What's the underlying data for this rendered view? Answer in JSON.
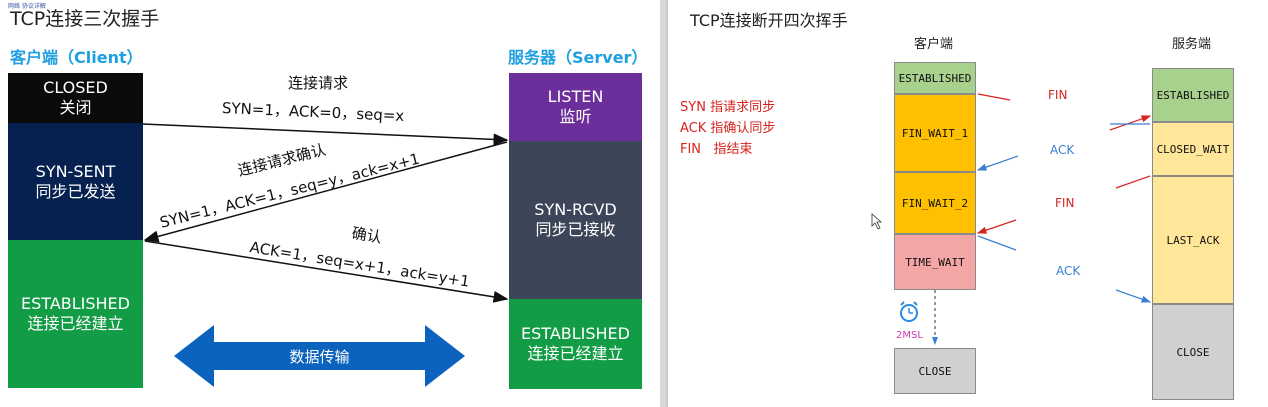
{
  "connect": {
    "header_tiny": "网络 协议详解",
    "title": "TCP连接三次握手",
    "client_label": "客户端（Client）",
    "server_label": "服务器（Server）",
    "client_states": [
      {
        "line1": "CLOSED",
        "line2": "关闭"
      },
      {
        "line1": "SYN-SENT",
        "line2": "同步已发送"
      },
      {
        "line1": "ESTABLISHED",
        "line2": "连接已经建立"
      }
    ],
    "server_states": [
      {
        "line1": "LISTEN",
        "line2": "监听"
      },
      {
        "line1": "SYN-RCVD",
        "line2": "同步已接收"
      },
      {
        "line1": "ESTABLISHED",
        "line2": "连接已经建立"
      }
    ],
    "messages": [
      {
        "title": "连接请求",
        "detail": "SYN=1，ACK=0，seq=x"
      },
      {
        "title": "连接请求确认",
        "detail": "SYN=1，ACK=1，seq=y，ack=x+1"
      },
      {
        "title": "确认",
        "detail": "ACK=1，seq=x+1，ack=y+1"
      }
    ],
    "data_transfer": "数据传输",
    "colors": {
      "black": "#0b0b0b",
      "navy": "#06214f",
      "green": "#139c46",
      "purple": "#6b2e9a",
      "slate": "#3c4658",
      "blue": "#0b63bd",
      "accent": "#1ea0e0"
    }
  },
  "disconnect": {
    "title": "TCP连接断开四次挥手",
    "client_label": "客户端",
    "server_label": "服务端",
    "legend": [
      {
        "key": "SYN",
        "text": "指请求同步"
      },
      {
        "key": "ACK",
        "text": "指确认同步"
      },
      {
        "key": "FIN",
        "text": "指结束"
      }
    ],
    "client_states": [
      "ESTABLISHED",
      "FIN_WAIT_1",
      "FIN_WAIT_2",
      "TIME_WAIT",
      "CLOSE"
    ],
    "server_states": [
      "ESTABLISHED",
      "CLOSED_WAIT",
      "LAST_ACK",
      "CLOSE"
    ],
    "flags": [
      "FIN",
      "ACK",
      "FIN",
      "ACK"
    ],
    "timer_label": "2MSL",
    "timer_icon": "alarm-clock-icon",
    "colors": {
      "green": "#a9d18e",
      "orange": "#ffc000",
      "light_yellow": "#ffe699",
      "pink": "#f4a6a6",
      "gray": "#d0d0d0",
      "red": "#d6241f",
      "blue": "#3a7fd0",
      "magenta": "#d43ab4"
    }
  }
}
